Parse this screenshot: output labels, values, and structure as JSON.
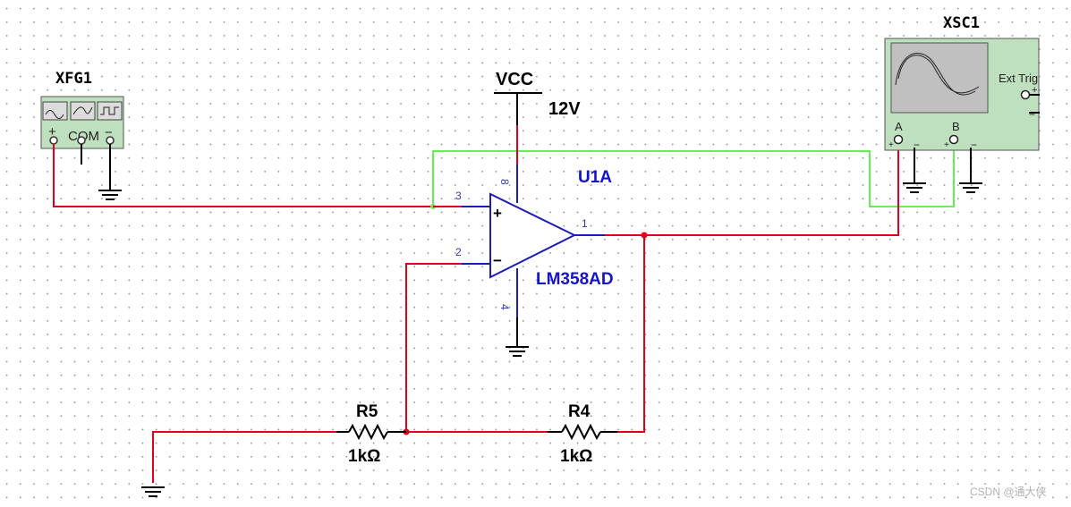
{
  "function_generator": {
    "ref": "XFG1",
    "terminal_plus": "+",
    "terminal_com": "COM",
    "terminal_minus": "−",
    "waveform_icons": [
      "sine-wave-icon",
      "triangle-wave-icon",
      "square-wave-icon"
    ]
  },
  "supply": {
    "label": "VCC",
    "value": "12V"
  },
  "opamp": {
    "ref": "U1A",
    "part": "LM358AD",
    "pins": {
      "noninv": "3",
      "inv": "2",
      "out": "1",
      "vcc": "8",
      "gnd": "4"
    },
    "plus_symbol": "+",
    "minus_symbol": "−"
  },
  "resistors": [
    {
      "ref": "R5",
      "value": "1kΩ"
    },
    {
      "ref": "R4",
      "value": "1kΩ"
    }
  ],
  "oscilloscope": {
    "ref": "XSC1",
    "channel_a": "A",
    "channel_b": "B",
    "ext_trig": "Ext Trig"
  },
  "watermark": "CSDN @通大侠",
  "colors": {
    "wire_signal": "#e0001b",
    "wire_channel_b": "#66ee55",
    "component_blue": "#1414c8",
    "instrument_body": "#bfe0bf",
    "scope_screen": "#c0c0c0"
  }
}
